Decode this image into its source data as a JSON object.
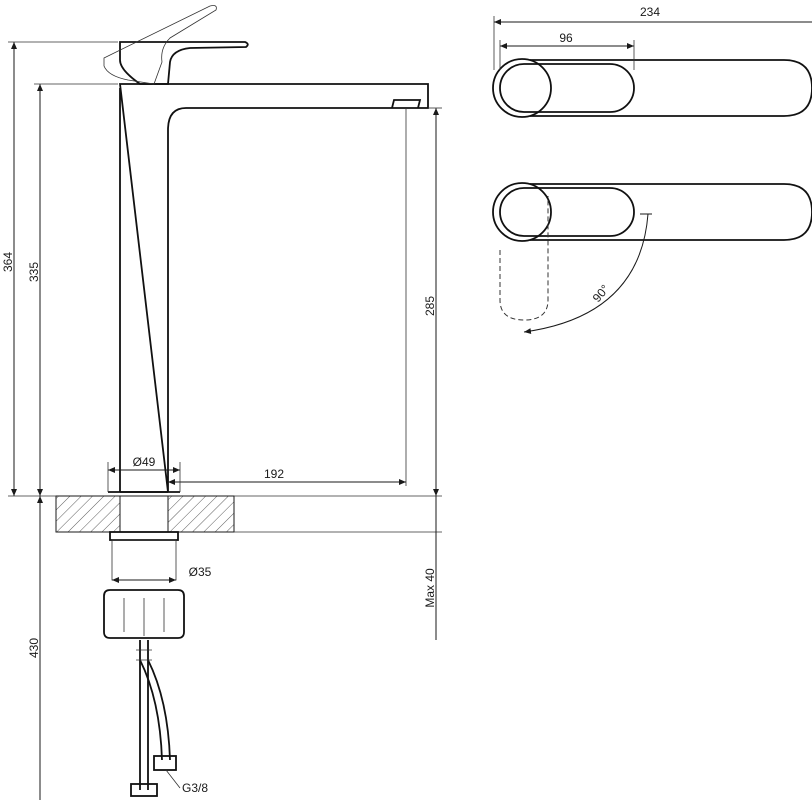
{
  "dimensions": {
    "total_height": "364",
    "spout_height": "335",
    "outlet_height": "285",
    "reach": "192",
    "base_diameter": "Ø49",
    "shank_diameter": "Ø35",
    "max_counter": "Max 40",
    "hose_length": "430",
    "connector": "G3/8",
    "top_total_length": "234",
    "top_lever_length": "96",
    "rotation_angle": "90°"
  },
  "colors": {
    "line": "#1a1a1a",
    "background": "#ffffff"
  }
}
